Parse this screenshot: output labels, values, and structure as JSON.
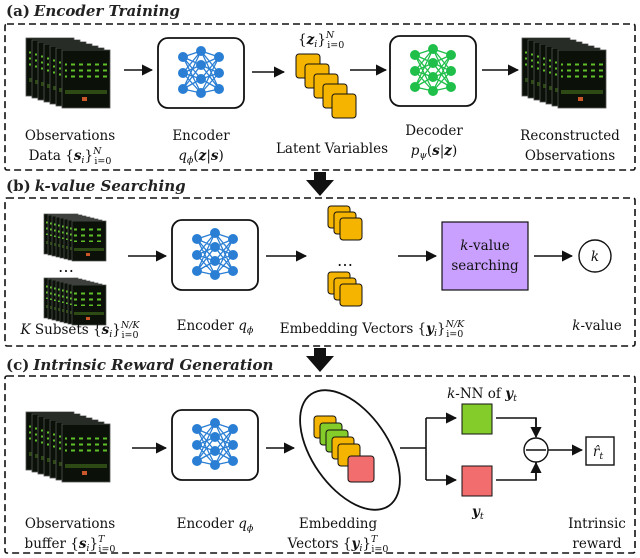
{
  "sections": {
    "a": {
      "letter": "(a)",
      "title": "Encoder Training"
    },
    "b": {
      "letter": "(b)",
      "title_k": "k",
      "title_rest": "-value Searching"
    },
    "c": {
      "letter": "(c)",
      "title": "Intrinsic Reward Generation"
    }
  },
  "a": {
    "obs_line1": "Observations",
    "obs_line2": "Data",
    "encoder_line1": "Encoder",
    "latent_label": "Latent Variables",
    "decoder_line1": "Decoder",
    "recon_line1": "Reconstructed",
    "recon_line2": "Observations"
  },
  "b": {
    "dots": "…",
    "subsets_k": "K",
    "subsets_label": "Subsets",
    "encoder_label": "Encoder",
    "embed_label": "Embedding Vectors",
    "search_k": "k",
    "search_line1_rest": "-value",
    "search_line2": "searching",
    "k_circle": "k",
    "k_value_k": "k",
    "k_value_rest": "-value"
  },
  "c": {
    "obs_line1": "Observations",
    "obs_line2": "buffer",
    "encoder_label": "Encoder",
    "embed_line1": "Embedding",
    "embed_line2": "Vectors",
    "knn_k": "k",
    "knn_rest": "-NN of",
    "yt_label": "y",
    "reward_line1": "Intrinsic",
    "reward_line2": "reward"
  },
  "colors": {
    "encoder_blue": "#2a7fd4",
    "decoder_green": "#1fbf4a",
    "latent_orange": "#f5b400",
    "search_purple": "#c9a0ff",
    "nn_green": "#84cc2a",
    "query_red": "#f26d6d",
    "game_bg": "#0b1108",
    "game_sprite": "#5fbf2a"
  }
}
